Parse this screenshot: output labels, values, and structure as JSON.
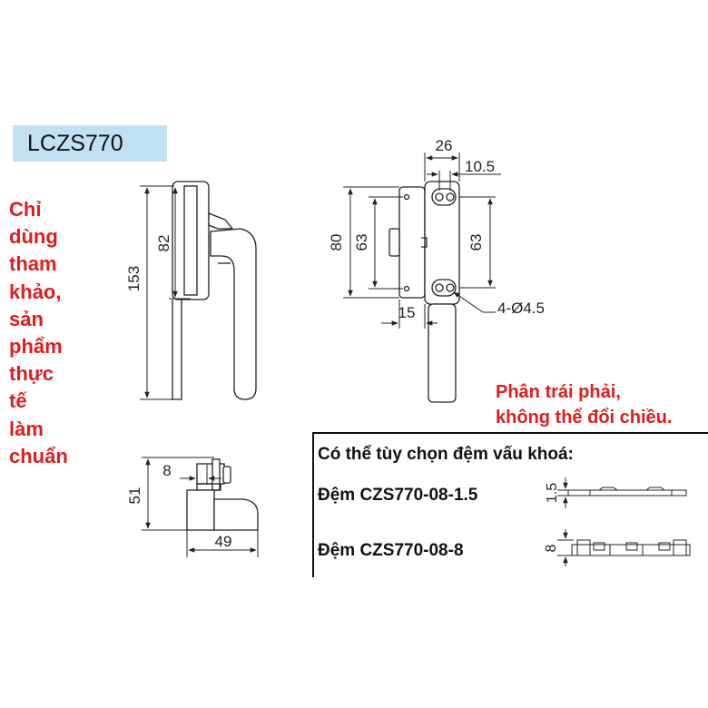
{
  "model": "LCZS770",
  "note_left": [
    "Chỉ",
    "dùng",
    "tham",
    "khảo,",
    "sản",
    "phẩm",
    "thực",
    "tế",
    "làm",
    "chuẩn"
  ],
  "note_right": [
    "Phân trái phải,",
    "không thể đổi chiều."
  ],
  "options": {
    "title": "Có thể tùy chọn đệm vấu khoá:",
    "items": [
      {
        "label": "Đệm CZS770-08-1.5",
        "dimension": "1.5"
      },
      {
        "label": "Đệm CZS770-08-8",
        "dimension": "8"
      }
    ]
  },
  "dimensions": {
    "side_height": "153",
    "side_grip": "82",
    "front_width": "26",
    "front_hole_spacing": "10.5",
    "front_height": "80",
    "front_hole_left": "63",
    "front_hole_right": "63",
    "front_offset": "15",
    "holes": "4-Ø4.5",
    "bottom_height": "51",
    "bottom_offset": "8",
    "bottom_width": "49"
  },
  "colors": {
    "accent_red": "#e31b1b",
    "tag_blue": "#bfe1f3"
  }
}
